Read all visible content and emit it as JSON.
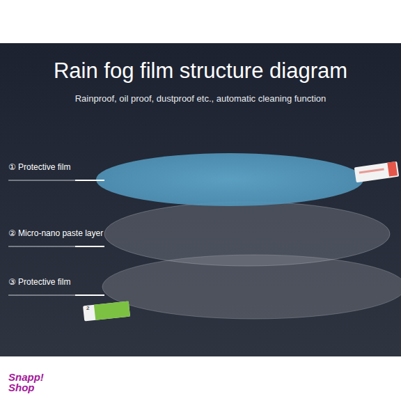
{
  "diagram": {
    "title": "Rain fog film structure diagram",
    "caption": "Rainproof, oil proof, dustproof etc., automatic cleaning function",
    "labels": [
      "① Protective film",
      "② Micro-nano paste layer",
      "③ Protective film",
      "2",
      "Snapp!",
      "Shop"
    ]
  }
}
